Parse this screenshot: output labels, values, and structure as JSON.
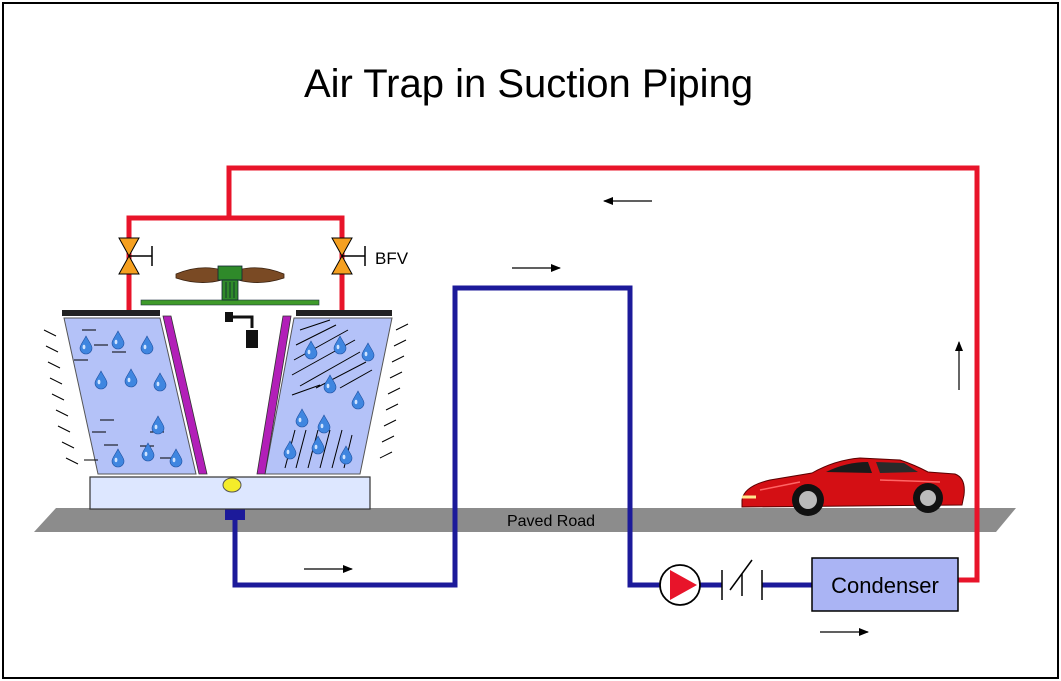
{
  "title": "Air Trap in Suction Piping",
  "labels": {
    "valve": "BFV",
    "road": "Paved Road",
    "condenser": "Condenser"
  },
  "colors": {
    "supply_pipe": "#e8142a",
    "suction_pipe": "#1c1a9a",
    "road": "#8c8c8c",
    "condenser_fill": "#aab4f4",
    "tower_fill": "#b4c2f8",
    "water_drop": "#3f86e0",
    "valve": "#f5a020",
    "car": "#d40f14",
    "pump_arrow": "#e8142a",
    "air_bubble": "#f4ec2a"
  },
  "icons": [
    "cooling-tower",
    "fan",
    "butterfly-valve",
    "pump",
    "check-valve",
    "sports-car",
    "flow-arrow"
  ]
}
